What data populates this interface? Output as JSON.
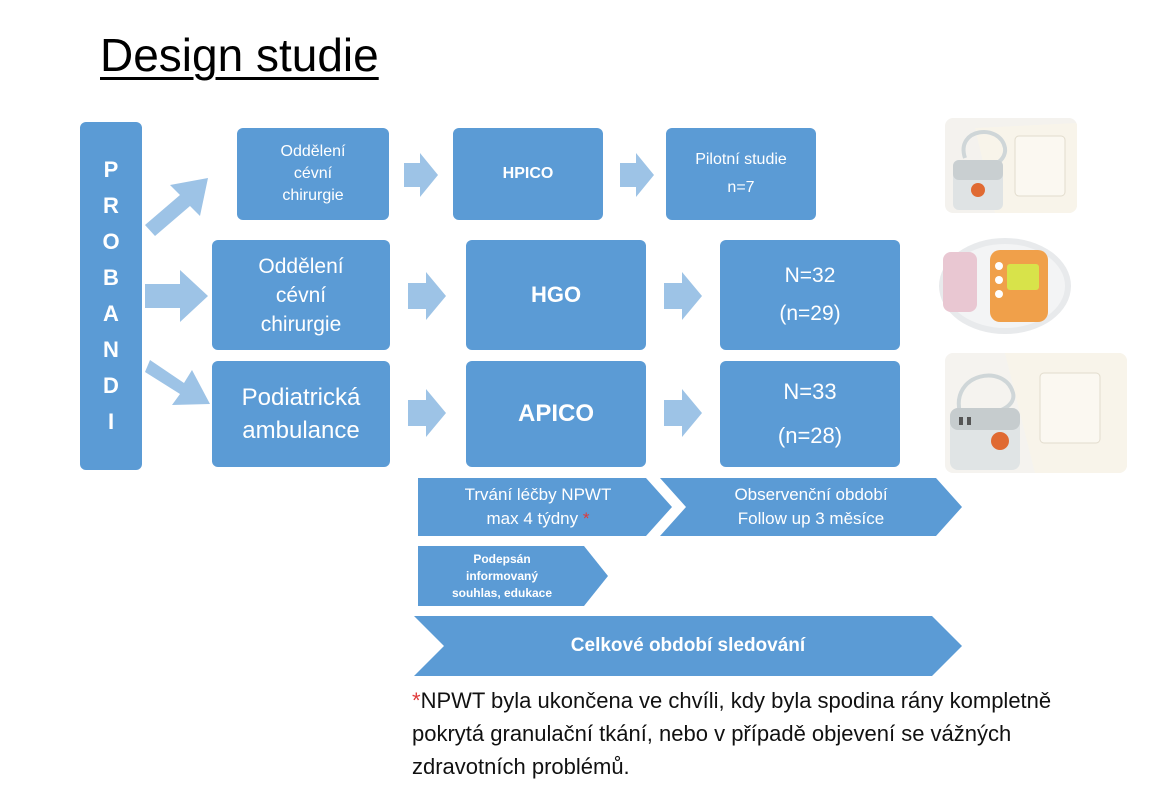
{
  "title": "Design studie",
  "probandi_letters": [
    "P",
    "R",
    "O",
    "B",
    "A",
    "N",
    "D",
    "I"
  ],
  "rows": [
    {
      "dept": [
        "Oddělení",
        "cévní",
        "chirurgie"
      ],
      "device": "HPICO",
      "result": [
        "Pilotní studie",
        "n=7"
      ]
    },
    {
      "dept": [
        "Oddělení",
        "cévní",
        "chirurgie"
      ],
      "device": "HGO",
      "result": [
        "N=32",
        "(n=29)"
      ]
    },
    {
      "dept": [
        "Podiatrická",
        "ambulance"
      ],
      "device": "APICO",
      "result": [
        "N=33",
        "(n=28)"
      ]
    }
  ],
  "timeline": {
    "treatment": [
      "Trvání léčby NPWT",
      "max 4 týdny"
    ],
    "treatment_star": "*",
    "observation": [
      "Observenční období",
      "Follow up 3 měsíce"
    ],
    "consent": [
      "Podepsán",
      "informovaný",
      "souhlas, edukace"
    ],
    "total": "Celkové období sledování"
  },
  "footnote": {
    "star": "*",
    "text": "NPWT byla ukončena ve chvíli, kdy byla spodina rány kompletně pokrytá granulační tkání, nebo v případě objevení se vážných zdravotních problémů."
  },
  "colors": {
    "box_blue": "#5b9bd5",
    "arrow_light_blue": "#9dc3e6",
    "star_red": "#e03a3a"
  }
}
